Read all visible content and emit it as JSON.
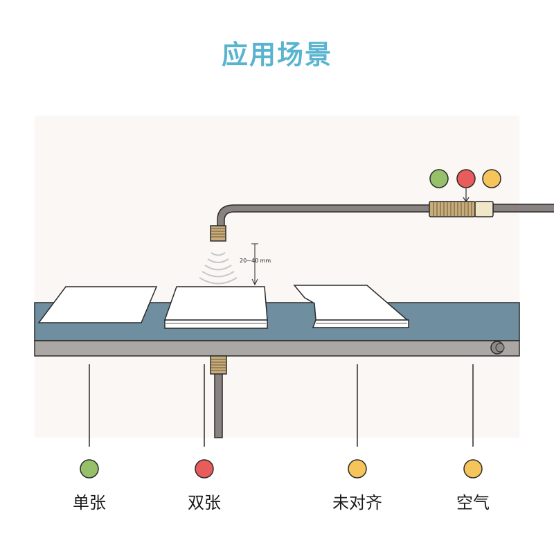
{
  "title": "应用场景",
  "colors": {
    "title": "#5ab4d0",
    "background_panel": "#fbf7f4",
    "belt": "#6f8ea0",
    "rail": "#aba7a5",
    "cable": "#8a8280",
    "sensor_brass": "#c7ad7c",
    "green": "#96c06a",
    "red": "#e85c5c",
    "yellow": "#f5c45a"
  },
  "sensor": {
    "gap_label": "20~40 mm",
    "indicators": [
      {
        "state": "green-light-icon"
      },
      {
        "state": "red-light-icon",
        "active": true
      },
      {
        "state": "yellow-light-icon"
      }
    ]
  },
  "scenarios": [
    {
      "label": "单张",
      "status": "green"
    },
    {
      "label": "双张",
      "status": "red"
    },
    {
      "label": "未对齐",
      "status": "yellow"
    },
    {
      "label": "空气",
      "status": "yellow"
    }
  ]
}
